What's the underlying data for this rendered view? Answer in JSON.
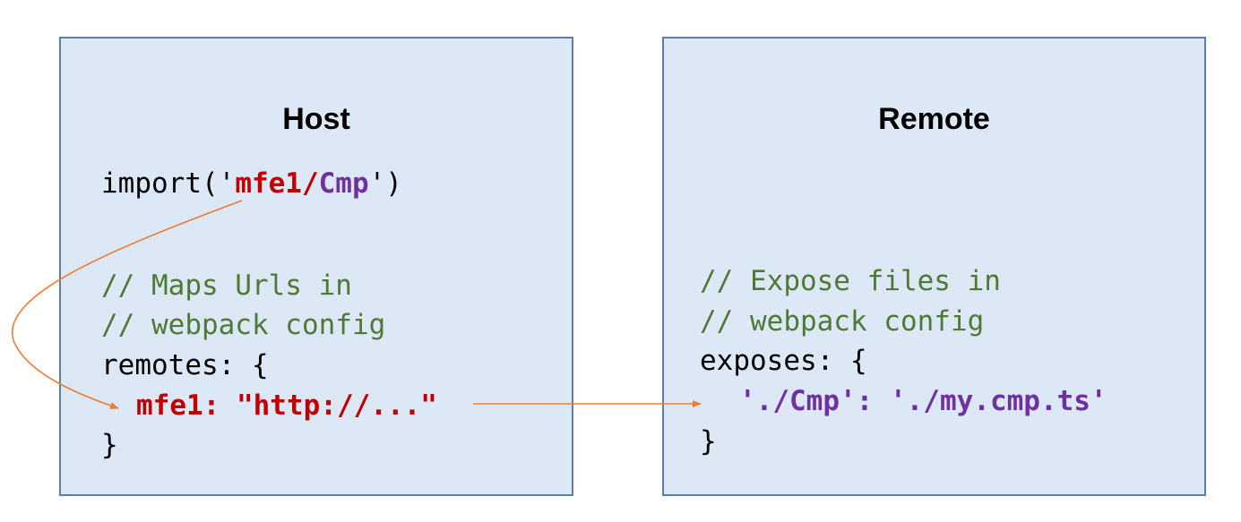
{
  "colors": {
    "box_fill": "#dde8f6",
    "box_border": "#5b7fa6",
    "comment": "#4e7a36",
    "remote_name": "#c00000",
    "exposed_name": "#7030a0",
    "arrow": "#ed7d31"
  },
  "host": {
    "title": "Host",
    "import_prefix": "import('",
    "import_remote": "mfe1",
    "import_slash": "/",
    "import_module": "Cmp",
    "import_suffix": "')",
    "comment_line1": "// Maps Urls in",
    "comment_line2": "// webpack config",
    "remotes_open": "remotes: {",
    "remote_entry": "mfe1: \"http://...\"",
    "remotes_close": "}"
  },
  "remote": {
    "title": "Remote",
    "comment_line1": "// Expose files in",
    "comment_line2": "// webpack config",
    "exposes_open": "exposes: {",
    "expose_entry": "'./Cmp': './my.cmp.ts'",
    "exposes_close": "}"
  }
}
